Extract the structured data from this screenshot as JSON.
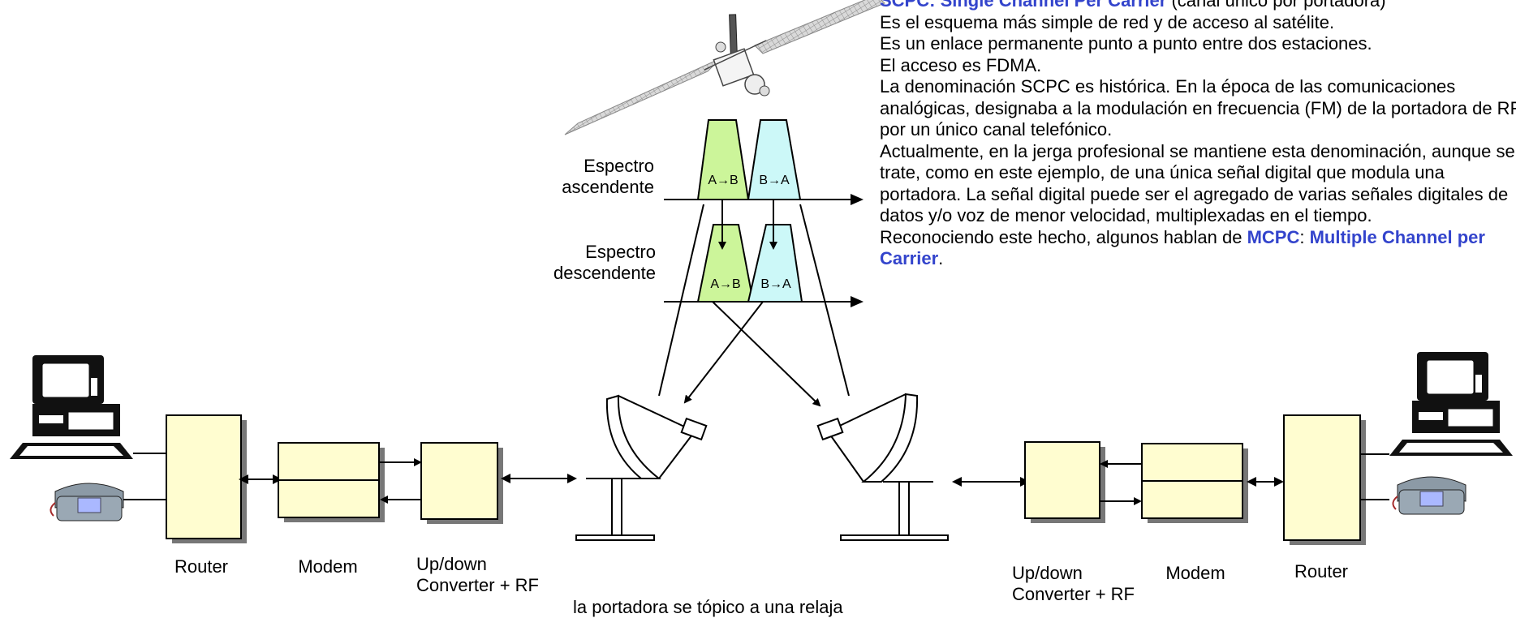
{
  "labels": {
    "uplink_spectrum": "Espectro\nascendente",
    "downlink_spectrum": "Espectro\ndescendente",
    "router_left": "Router",
    "modem_left": "Modem",
    "converter_left": "Up/down\nConverter + RF",
    "router_right": "Router",
    "modem_right": "Modem",
    "converter_right": "Up/down\nConverter + RF",
    "bottom_partial": "la portadora se tópico a una relaja"
  },
  "channels": {
    "uplink_ab": "A→B",
    "uplink_ba": "B→A",
    "downlink_ab": "A→B",
    "downlink_ba": "B→A"
  },
  "description": {
    "title_acronym": "SCPC",
    "title_full": "Single Channel Per Carrier",
    "title_note": "(canal único por portadora)",
    "lines": [
      "Es el esquema más simple de red y de acceso al satélite.",
      "Es un enlace permanente punto a punto entre dos estaciones.",
      "El acceso es FDMA.",
      "La denominación SCPC es histórica. En la época de las comunicaciones analógicas, designaba a la modulación en frecuencia (FM) de la portadora de RF por un único canal telefónico.",
      "Actualmente, en la jerga profesional se mantiene esta denominación, aunque se trate, como en este ejemplo, de una única señal digital que modula una portadora. La señal digital puede ser el agregado de varias señales digitales de datos y/o voz de menor velocidad, multiplexadas en el tiempo."
    ],
    "mcpc_intro": "Reconociendo este hecho, algunos hablan de",
    "mcpc_acronym": "MCPC",
    "mcpc_full": "Multiple Channel per Carrier",
    "mcpc_end": "."
  },
  "colors": {
    "green_channel": "#ccf59a",
    "cyan_channel": "#ccf8f8",
    "box_fill": "#fffdd0",
    "highlight": "#3344cc",
    "panel": "#bdbdbd"
  }
}
